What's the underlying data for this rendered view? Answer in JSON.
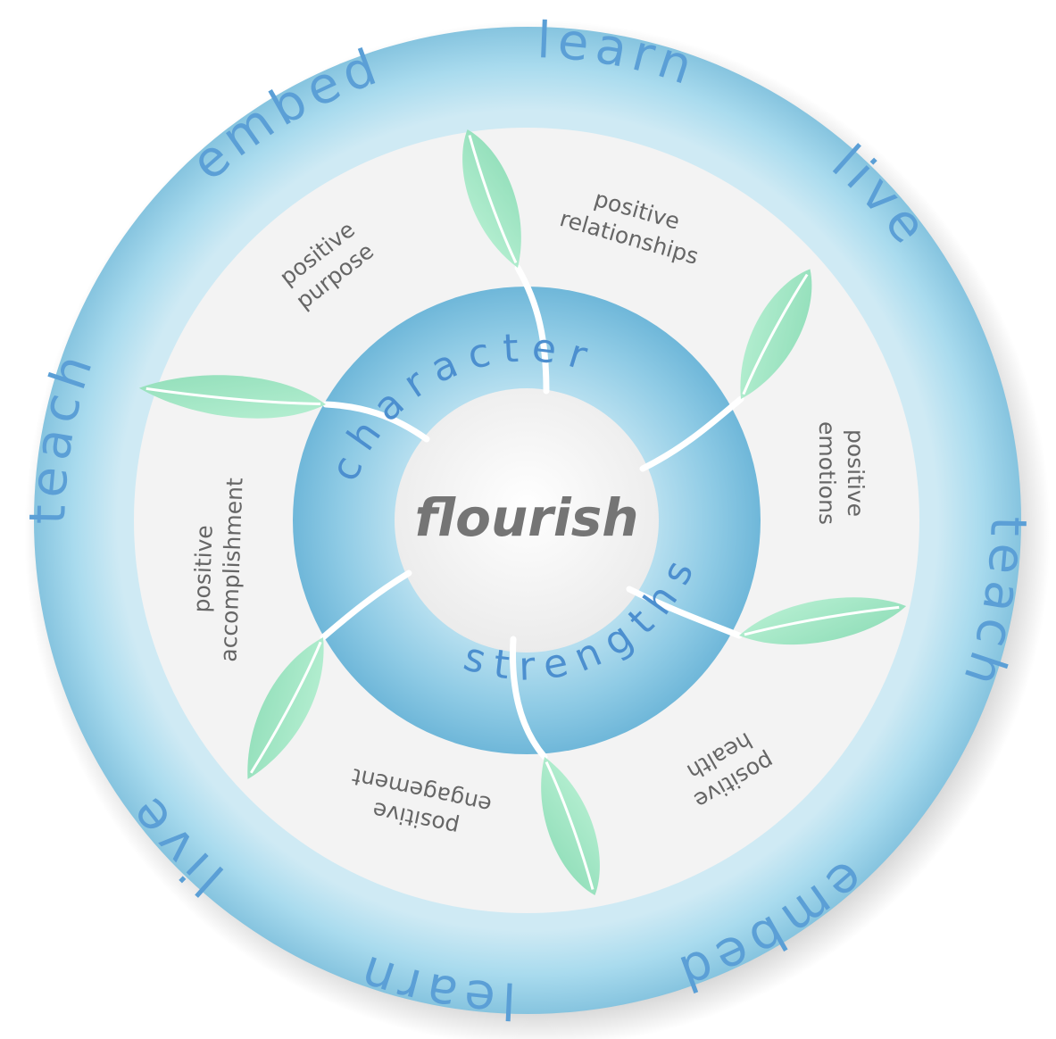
{
  "center": {
    "label": "flourish"
  },
  "inner_ring": {
    "left_word": "character",
    "right_word": "strengths"
  },
  "domains": [
    {
      "lines": [
        "positive",
        "relationships"
      ]
    },
    {
      "lines": [
        "positive",
        "emotions"
      ]
    },
    {
      "lines": [
        "positive",
        "health"
      ]
    },
    {
      "lines": [
        "positive",
        "engagement"
      ]
    },
    {
      "lines": [
        "positive",
        "accomplishment"
      ]
    },
    {
      "lines": [
        "positive",
        "purpose"
      ]
    }
  ],
  "outer_ring_words": [
    "learn",
    "live",
    "teach",
    "embed",
    "learn",
    "live",
    "teach",
    "embed"
  ],
  "colors": {
    "outer_ring": "#92cde4",
    "middle_band": "#f3f3f3",
    "inner_ring": "#84c3df",
    "leaf": "#9fe6c4",
    "outer_text": "#5b9fd6",
    "inner_text": "#4c8fcf",
    "center_text": "#757575"
  }
}
